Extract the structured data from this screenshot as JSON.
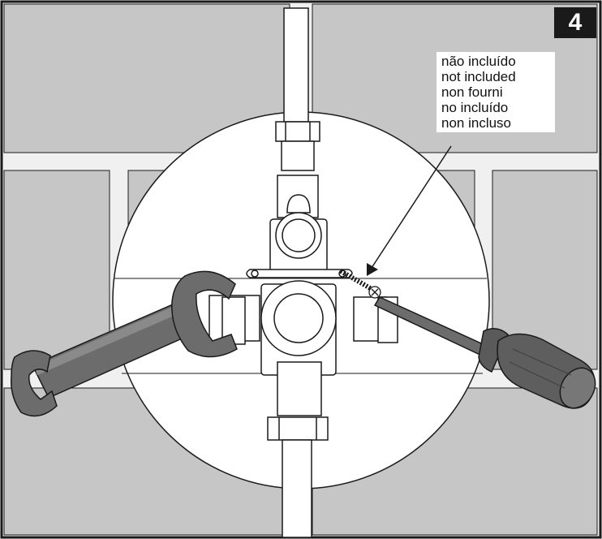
{
  "step": {
    "number": "4"
  },
  "note": {
    "lines": [
      "não incluído",
      "not included",
      "non fourni",
      "no incluído",
      "non incluso"
    ]
  },
  "colors": {
    "tile": "#c6c6c6",
    "grout": "#f0f0f0",
    "outline": "#1a1a1a",
    "tool_dark": "#5a5a5a",
    "tool_mid": "#7b7b7b",
    "valve_fill": "#ffffff",
    "badge": "#1a1a1a"
  },
  "icons": {
    "wrench": "wrench-icon",
    "screwdriver": "screwdriver-icon",
    "screw": "screw-icon"
  }
}
